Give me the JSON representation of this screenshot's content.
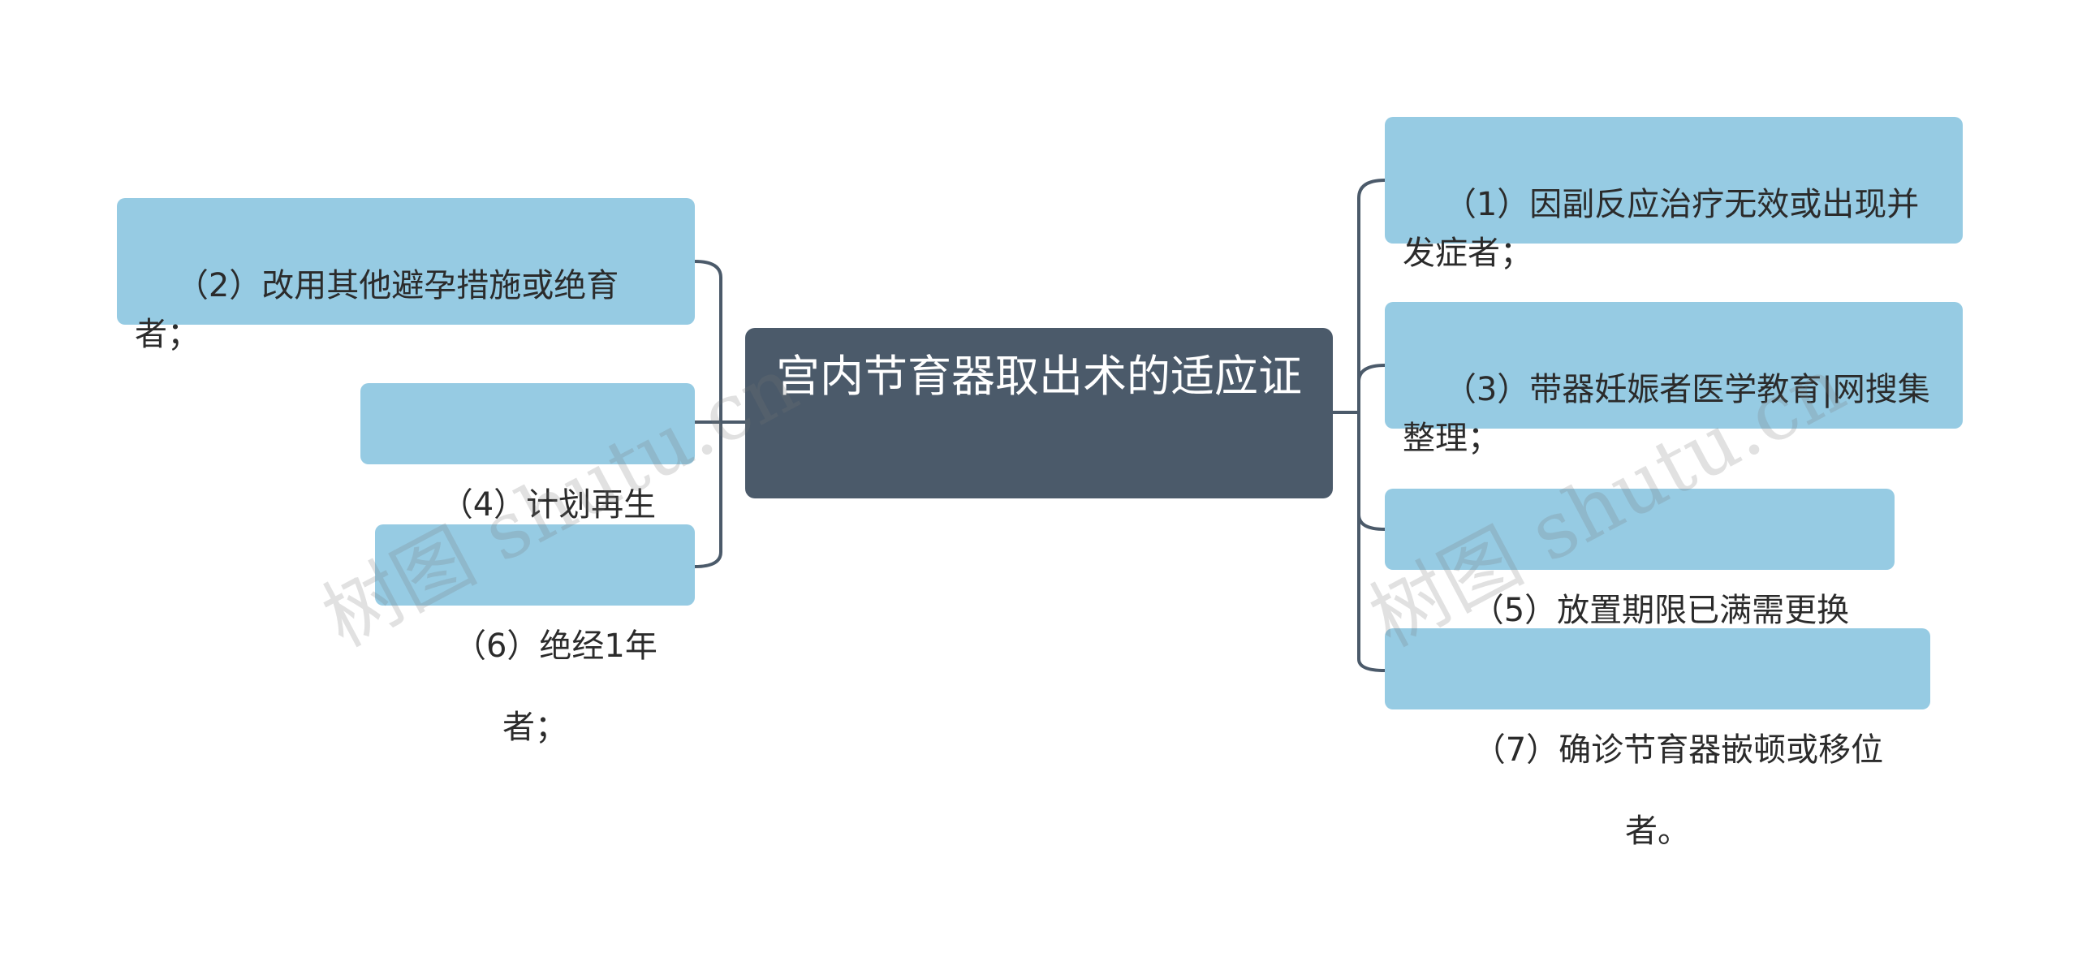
{
  "root": {
    "text": "宫内节育器取出术的适应证"
  },
  "left_branches": [
    {
      "text": "（2）改用其他避孕措施或绝育者；"
    },
    {
      "text": "（4）计划再生者；"
    },
    {
      "text": "（6）绝经1年者；"
    }
  ],
  "right_branches": [
    {
      "text": "（1）因副反应治疗无效或出现并发症者；"
    },
    {
      "text": "（3）带器妊娠者医学教育|网搜集整理；"
    },
    {
      "text": "（5）放置期限已满需更换者；"
    },
    {
      "text": "（7）确诊节育器嵌顿或移位者。"
    }
  ],
  "watermarks": [
    {
      "text": "树图 shutu.cn"
    },
    {
      "text": "树图 shutu.cn"
    }
  ],
  "colors": {
    "root_fill": "#4b5a6a",
    "branch_fill": "#96cbe3",
    "connector": "#4b5a6a"
  }
}
